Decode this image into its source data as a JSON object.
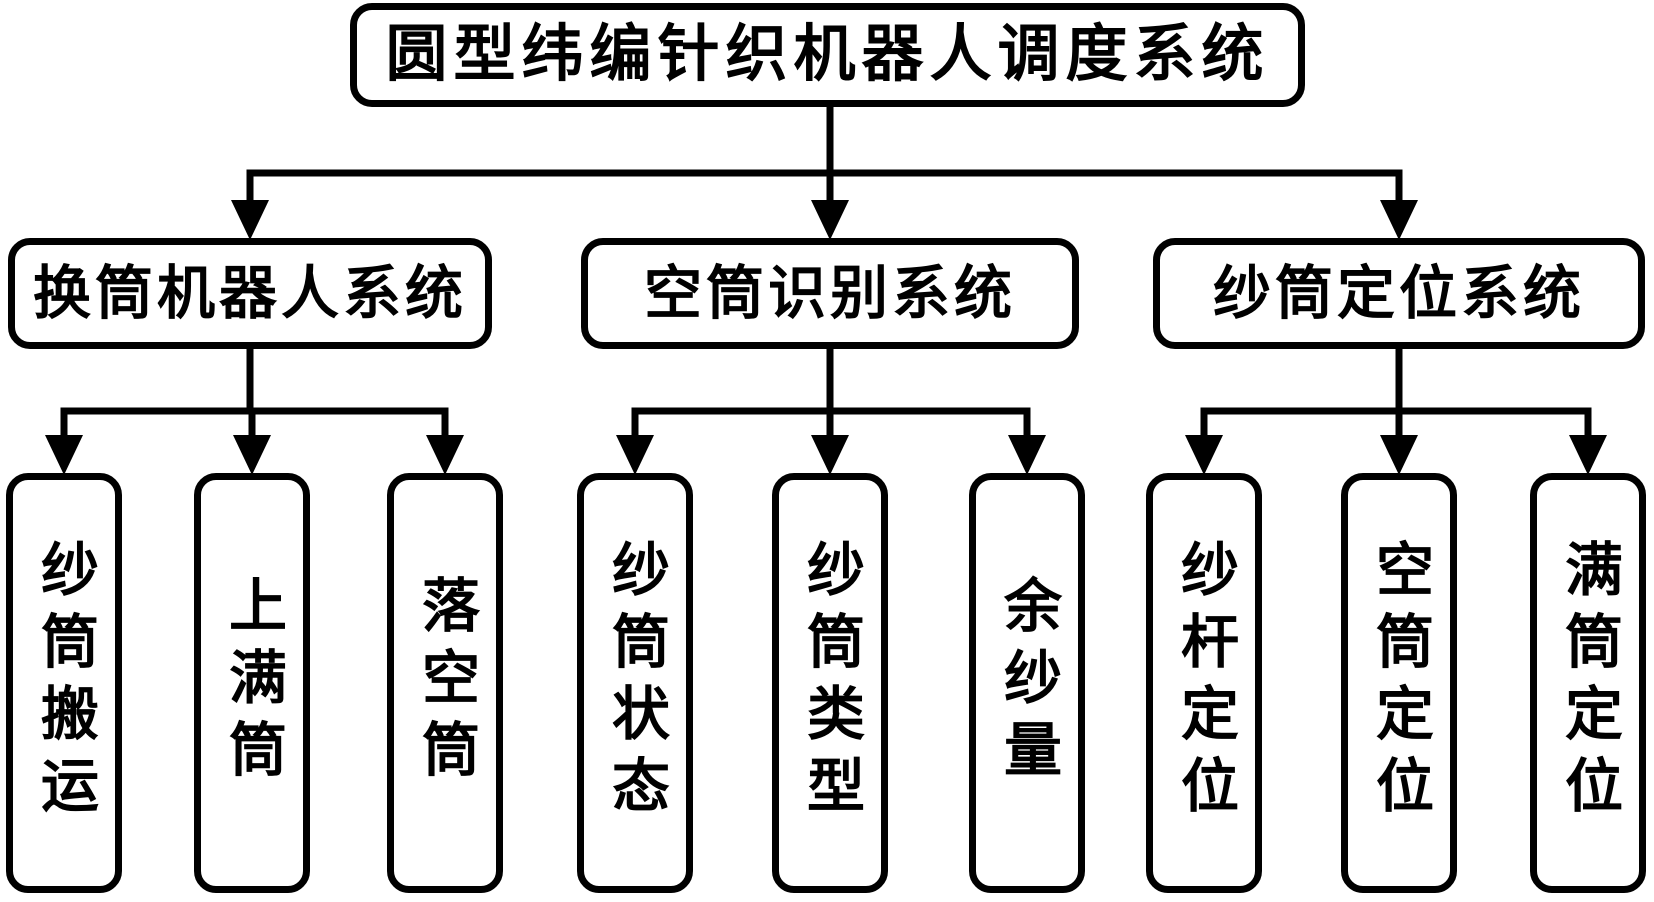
{
  "diagram": {
    "root": {
      "label": "圆型纬编针织机器人调度系统"
    },
    "branches": [
      {
        "label": "换筒机器人系统",
        "children": [
          "纱筒搬运",
          "上满筒",
          "落空筒"
        ]
      },
      {
        "label": "空筒识别系统",
        "children": [
          "纱筒状态",
          "纱筒类型",
          "余纱量"
        ]
      },
      {
        "label": "纱筒定位系统",
        "children": [
          "纱杆定位",
          "空筒定位",
          "满筒定位"
        ]
      }
    ],
    "colors": {
      "line": "#000000",
      "background": "#ffffff"
    }
  }
}
